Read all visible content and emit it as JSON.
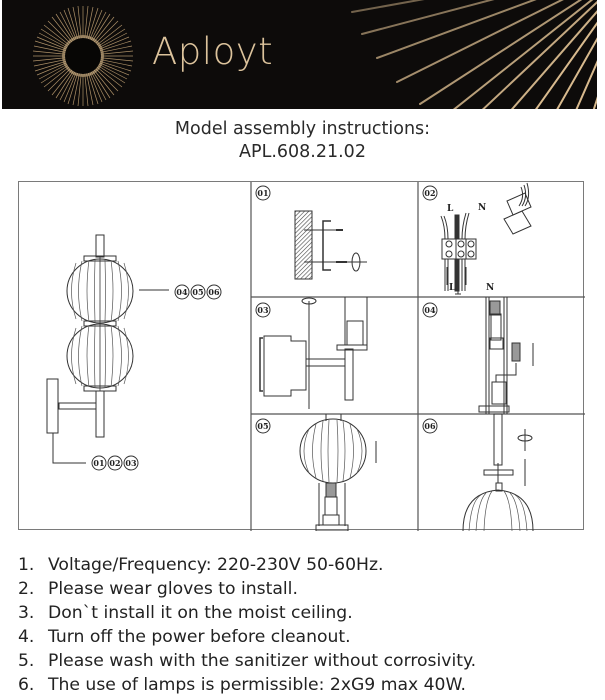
{
  "header": {
    "brand": "Aployt",
    "background": "#0d0b0a",
    "accent": "#dcc39c",
    "logo_icon": "sunburst-icon"
  },
  "title": {
    "line1": "Model assembly instructions:",
    "line2": "APL.608.21.02"
  },
  "diagram": {
    "overview_callouts": {
      "top": [
        "04",
        "05",
        "06"
      ],
      "bottom": [
        "01",
        "02",
        "03"
      ]
    },
    "steps": [
      {
        "number": "01",
        "content": "wall-mount-bracket"
      },
      {
        "number": "02",
        "content": "wiring-terminal",
        "labels": [
          "L",
          "N",
          "L",
          "N"
        ]
      },
      {
        "number": "03",
        "content": "attach-fixture-to-bracket"
      },
      {
        "number": "04",
        "content": "insert-g9-bulb"
      },
      {
        "number": "05",
        "content": "fit-lower-glass-shade"
      },
      {
        "number": "06",
        "content": "fit-upper-glass-shade"
      }
    ]
  },
  "notes": [
    {
      "num": "1.",
      "text": "Voltage/Frequency: 220-230V 50-60Hz."
    },
    {
      "num": "2.",
      "text": "Please wear gloves to install."
    },
    {
      "num": "3.",
      "text": "Don`t install it on the moist ceiling."
    },
    {
      "num": "4.",
      "text": "Turn off the power before cleanout."
    },
    {
      "num": "5.",
      "text": "Please wash with the sanitizer without corrosivity."
    },
    {
      "num": "6.",
      "text": "The use of lamps is permissible: 2xG9 max 40W."
    }
  ]
}
